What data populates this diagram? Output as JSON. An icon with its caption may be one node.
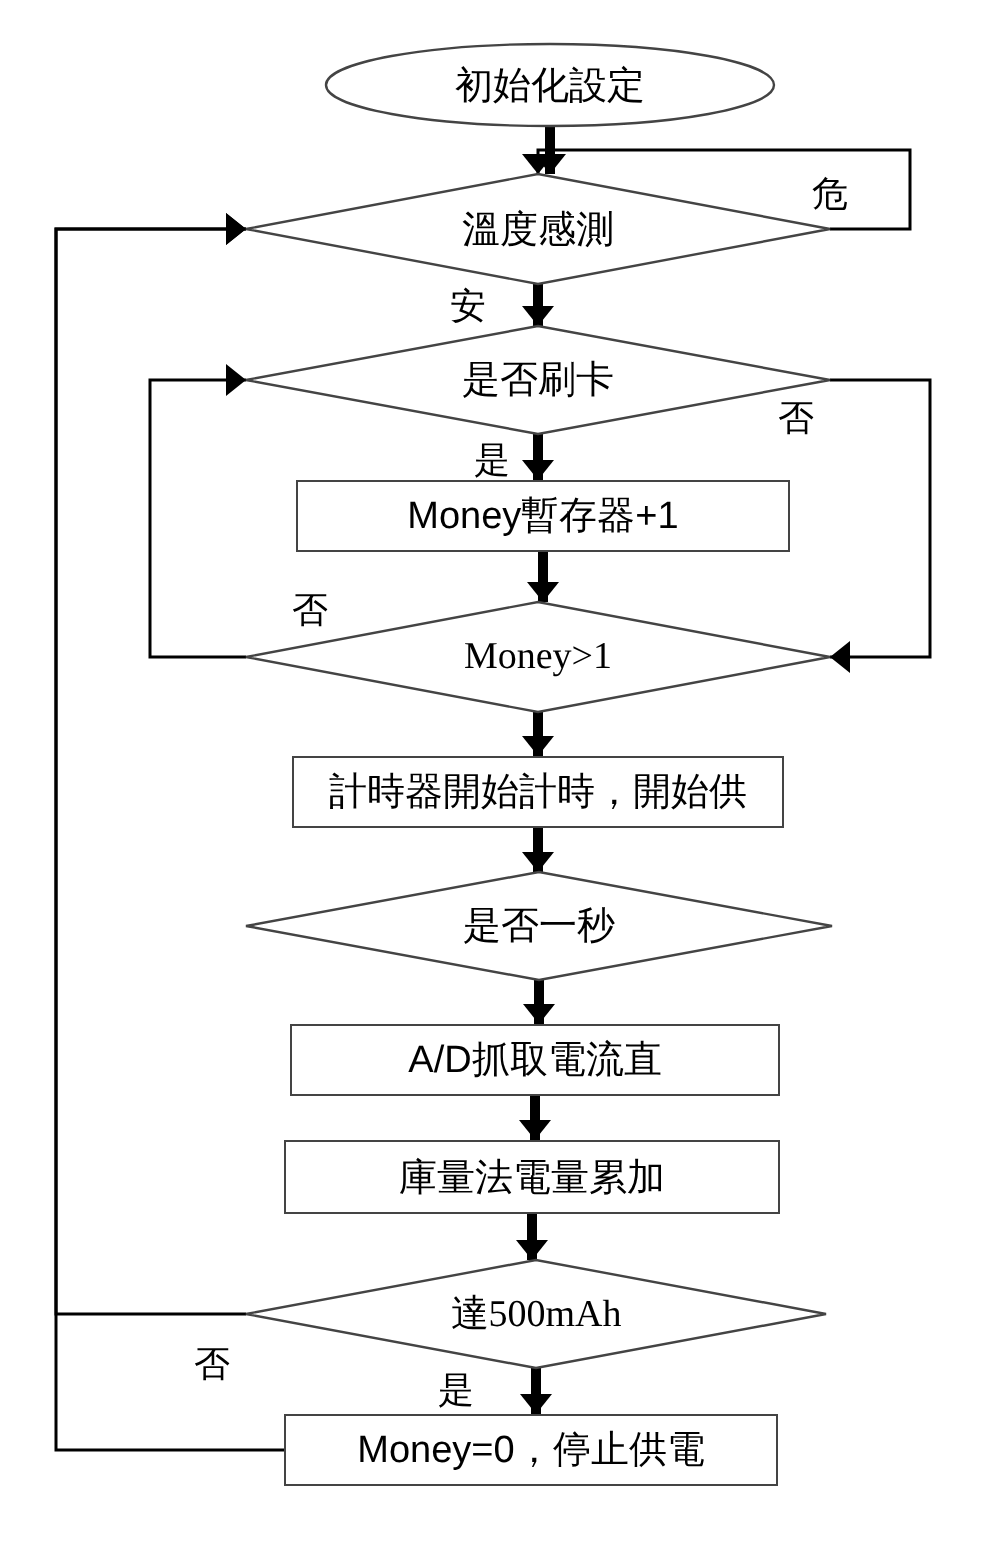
{
  "diagram": {
    "nodes": [
      {
        "text": [
          "初始化設定"
        ]
      },
      {
        "text": [
          "溫度感測"
        ]
      },
      {
        "text": [
          "是否刷卡"
        ]
      },
      {
        "text": [
          "Money暫存器+1"
        ]
      },
      {
        "text": [
          "Money>1"
        ]
      },
      {
        "text": [
          "計時器開始計時，開始供"
        ]
      },
      {
        "text": [
          "是否一秒"
        ]
      },
      {
        "text": [
          "A/D抓取電流直"
        ]
      },
      {
        "text": [
          "庫量法電量累加"
        ]
      },
      {
        "text": [
          "達500mAh"
        ]
      },
      {
        "text": [
          "Money=0，停止供電"
        ]
      }
    ],
    "edges": [
      {
        "from": 0,
        "to": 1,
        "arrow": "to"
      },
      {
        "from": 1,
        "to": 1,
        "arrow": "to",
        "label": "危"
      },
      {
        "from": 1,
        "to": 2,
        "arrow": "to",
        "label": "安"
      },
      {
        "from": 2,
        "to": 3,
        "arrow": "to",
        "label": "是"
      },
      {
        "from": 2,
        "to": 4,
        "arrow": "to",
        "label": "否"
      },
      {
        "from": 3,
        "to": 4,
        "arrow": "to"
      },
      {
        "from": 4,
        "to": 2,
        "arrow": "to",
        "label": "否"
      },
      {
        "from": 4,
        "to": 5,
        "arrow": "to"
      },
      {
        "from": 5,
        "to": 6,
        "arrow": "to"
      },
      {
        "from": 6,
        "to": 7,
        "arrow": "to"
      },
      {
        "from": 7,
        "to": 8,
        "arrow": "to"
      },
      {
        "from": 8,
        "to": 9,
        "arrow": "to"
      },
      {
        "from": 9,
        "to": 10,
        "arrow": "to",
        "label": "是"
      },
      {
        "from": 9,
        "to": 1,
        "arrow": "to",
        "label": "否"
      },
      {
        "from": 10,
        "to": 1,
        "arrow": "to"
      }
    ]
  }
}
